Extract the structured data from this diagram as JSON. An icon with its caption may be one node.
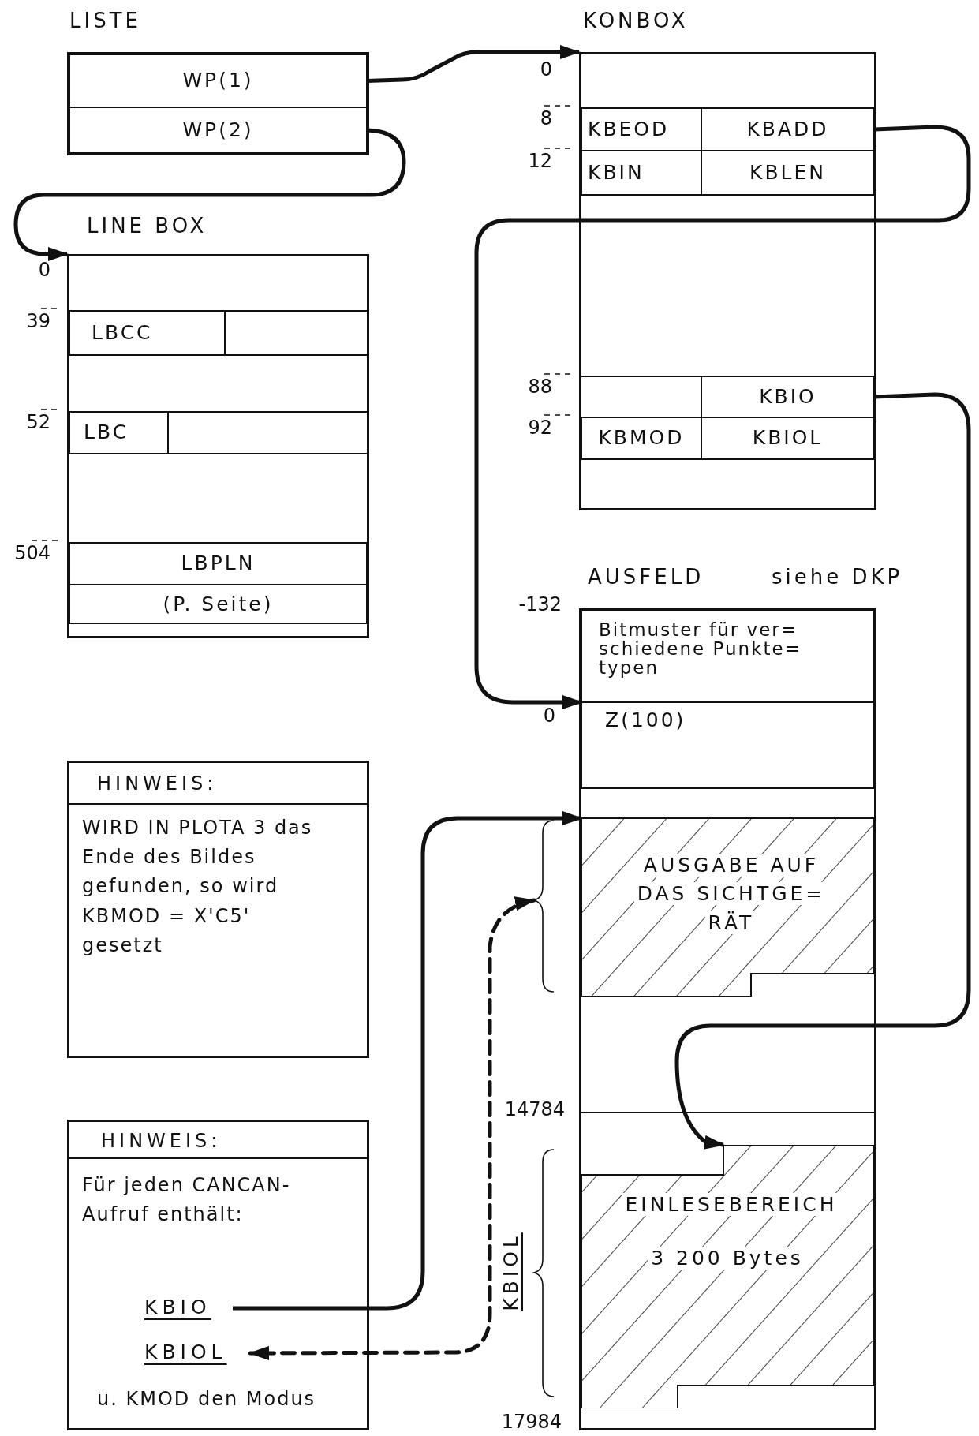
{
  "diagram": {
    "nodes": [
      {
        "text": [
          "LISTE"
        ]
      },
      {
        "text": [
          "WP(1)"
        ],
        "in": 0
      },
      {
        "text": [
          "WP(2)"
        ],
        "in": 0
      },
      {
        "text": [
          "KONBOX"
        ]
      },
      {
        "text": [
          "KBEOD"
        ],
        "in": 3
      },
      {
        "text": [
          "KBADD"
        ],
        "in": 3
      },
      {
        "text": [
          "KBIN"
        ],
        "in": 3
      },
      {
        "text": [
          "KBLEN"
        ],
        "in": 3
      },
      {
        "text": [
          "KBIO"
        ],
        "in": 3
      },
      {
        "text": [
          "KBMOD"
        ],
        "in": 3
      },
      {
        "text": [
          "KBIOL"
        ],
        "in": 3
      },
      {
        "text": [
          "LINE BOX"
        ]
      },
      {
        "text": [
          "LBCC"
        ],
        "in": 11
      },
      {
        "text": [
          "LBC"
        ],
        "in": 11
      },
      {
        "text": [
          "LBPLN"
        ],
        "in": 11
      },
      {
        "text": [
          "(P. Seite)"
        ],
        "in": 11
      },
      {
        "text": [
          "AUSFELD",
          "siehe DKP"
        ]
      },
      {
        "text": [
          "Bitmuster für ver= schiedene Punkte= typen"
        ],
        "in": 16
      },
      {
        "text": [
          "Z(100)"
        ],
        "in": 16
      },
      {
        "text": [
          "AUSGABE AUF DAS SICHTGE= RÄT"
        ],
        "in": 16
      },
      {
        "text": [
          "EINLESEBEREICH",
          "3 200 Bytes"
        ],
        "in": 16
      },
      {
        "text": [
          "HINWEIS:",
          "WIRD IN PLOTA 3 das Ende des Bildes gefunden, so wird KBMOD = X'C5' gesetzt"
        ]
      },
      {
        "text": [
          "HINWEIS:",
          "Für jeden CANCAN-Aufruf enthält:",
          "u. KMOD den Modus"
        ]
      },
      {
        "text": [
          "KBIO"
        ],
        "in": 22
      },
      {
        "text": [
          "KBIOL"
        ],
        "in": 22
      },
      {
        "text": [],
        "shape": "brace"
      }
    ],
    "edges": [
      {
        "from": 1,
        "to": 3,
        "arrow": "to"
      },
      {
        "from": 2,
        "to": 11,
        "arrow": "to"
      },
      {
        "from": 5,
        "to": 18,
        "arrow": "to"
      },
      {
        "from": 8,
        "to": 20,
        "arrow": "to"
      },
      {
        "from": 23,
        "to": 19,
        "arrow": "to"
      },
      {
        "from": 25,
        "to": 24,
        "arrow": "both",
        "style": "dashed"
      }
    ],
    "labels": [
      "0",
      "8",
      "12",
      "0",
      "39",
      "52",
      "88",
      "92",
      "504",
      "-132",
      "0",
      "14784",
      "KBIOL",
      "17984"
    ]
  }
}
